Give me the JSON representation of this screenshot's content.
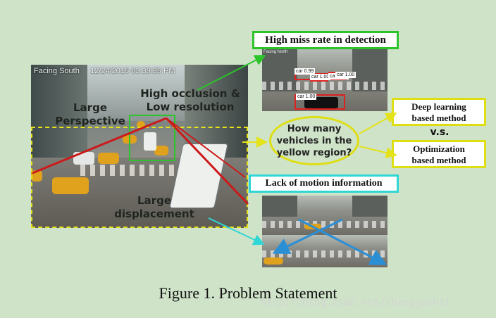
{
  "camera": {
    "direction": "Facing South",
    "timestamp": "12/24/2015 03:39:35 PM"
  },
  "overlay_labels": {
    "large_perspective": [
      "Large",
      "Perspective"
    ],
    "high_occlusion": [
      "High occlusion &",
      "Low resolution"
    ],
    "large_displacement": [
      "Large",
      "displacement"
    ]
  },
  "top_box": {
    "title": "High miss rate in detection"
  },
  "detections": [
    "car 0.99",
    "car 1.00",
    "car 1.00",
    "car 1.00",
    "car 1.00"
  ],
  "thumb_top_header": "Facing North",
  "question": [
    "How many",
    "vehicles in the",
    "yellow region?"
  ],
  "methods": {
    "deep": [
      "Deep learning",
      "based method"
    ],
    "vs": "v.s.",
    "optimization": [
      "Optimization",
      "based method"
    ]
  },
  "motion_box": {
    "title": "Lack of motion information"
  },
  "caption": "Figure 1. Problem Statement",
  "watermark": "http://blog.csdn.net/zhangjunhit",
  "colors": {
    "background": "#cfe3c9",
    "green": "#2bc42b",
    "yellow": "#e4e218",
    "red": "#cc1a1a",
    "cyan": "#2fd6d6"
  }
}
